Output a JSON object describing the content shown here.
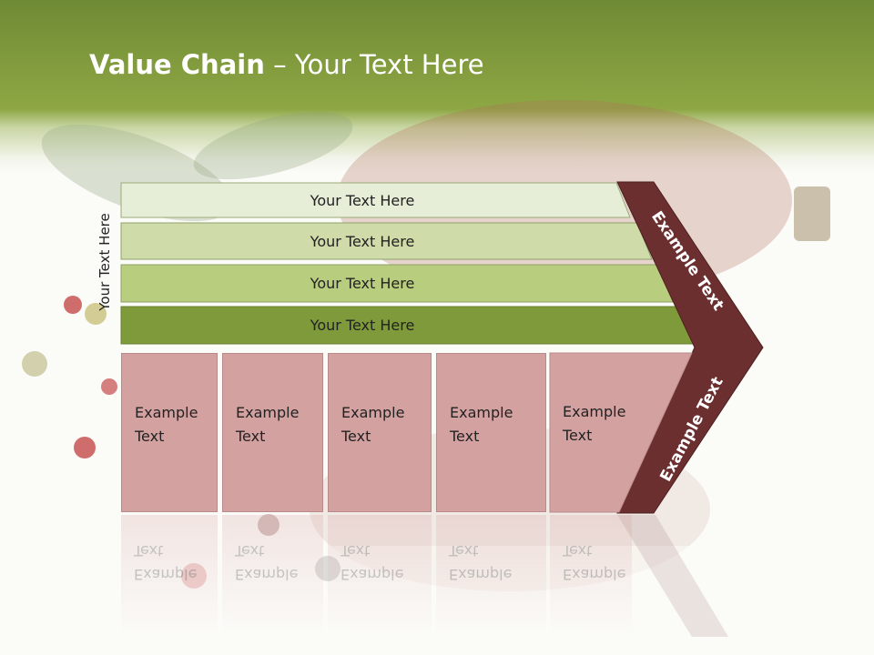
{
  "title": {
    "bold": "Value Chain",
    "rest": " – Your Text Here"
  },
  "side_label": "Your Text Here",
  "rows": [
    "Your Text Here",
    "Your Text Here",
    "Your Text Here",
    "Your Text Here"
  ],
  "columns": [
    {
      "line1": "Example",
      "line2": "Text"
    },
    {
      "line1": "Example",
      "line2": "Text"
    },
    {
      "line1": "Example",
      "line2": "Text"
    },
    {
      "line1": "Example",
      "line2": "Text"
    },
    {
      "line1": "Example",
      "line2": "Text"
    }
  ],
  "chevron": {
    "upper": "Example Text",
    "lower": "Example Text"
  },
  "colors": {
    "header": "#8ea744",
    "chevron": "#6b2f2f",
    "column": "#d4a1a1",
    "row1": "#e6eed7",
    "row2": "#cfdba9",
    "row3": "#b9cd7e",
    "row4": "#7f9a3a"
  }
}
